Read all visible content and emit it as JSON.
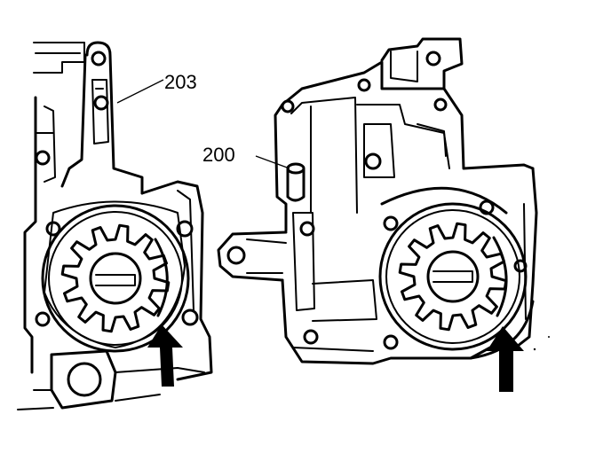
{
  "figure": {
    "callouts": [
      {
        "id": "c203",
        "label": "203"
      },
      {
        "id": "c200",
        "label": "200"
      }
    ]
  }
}
